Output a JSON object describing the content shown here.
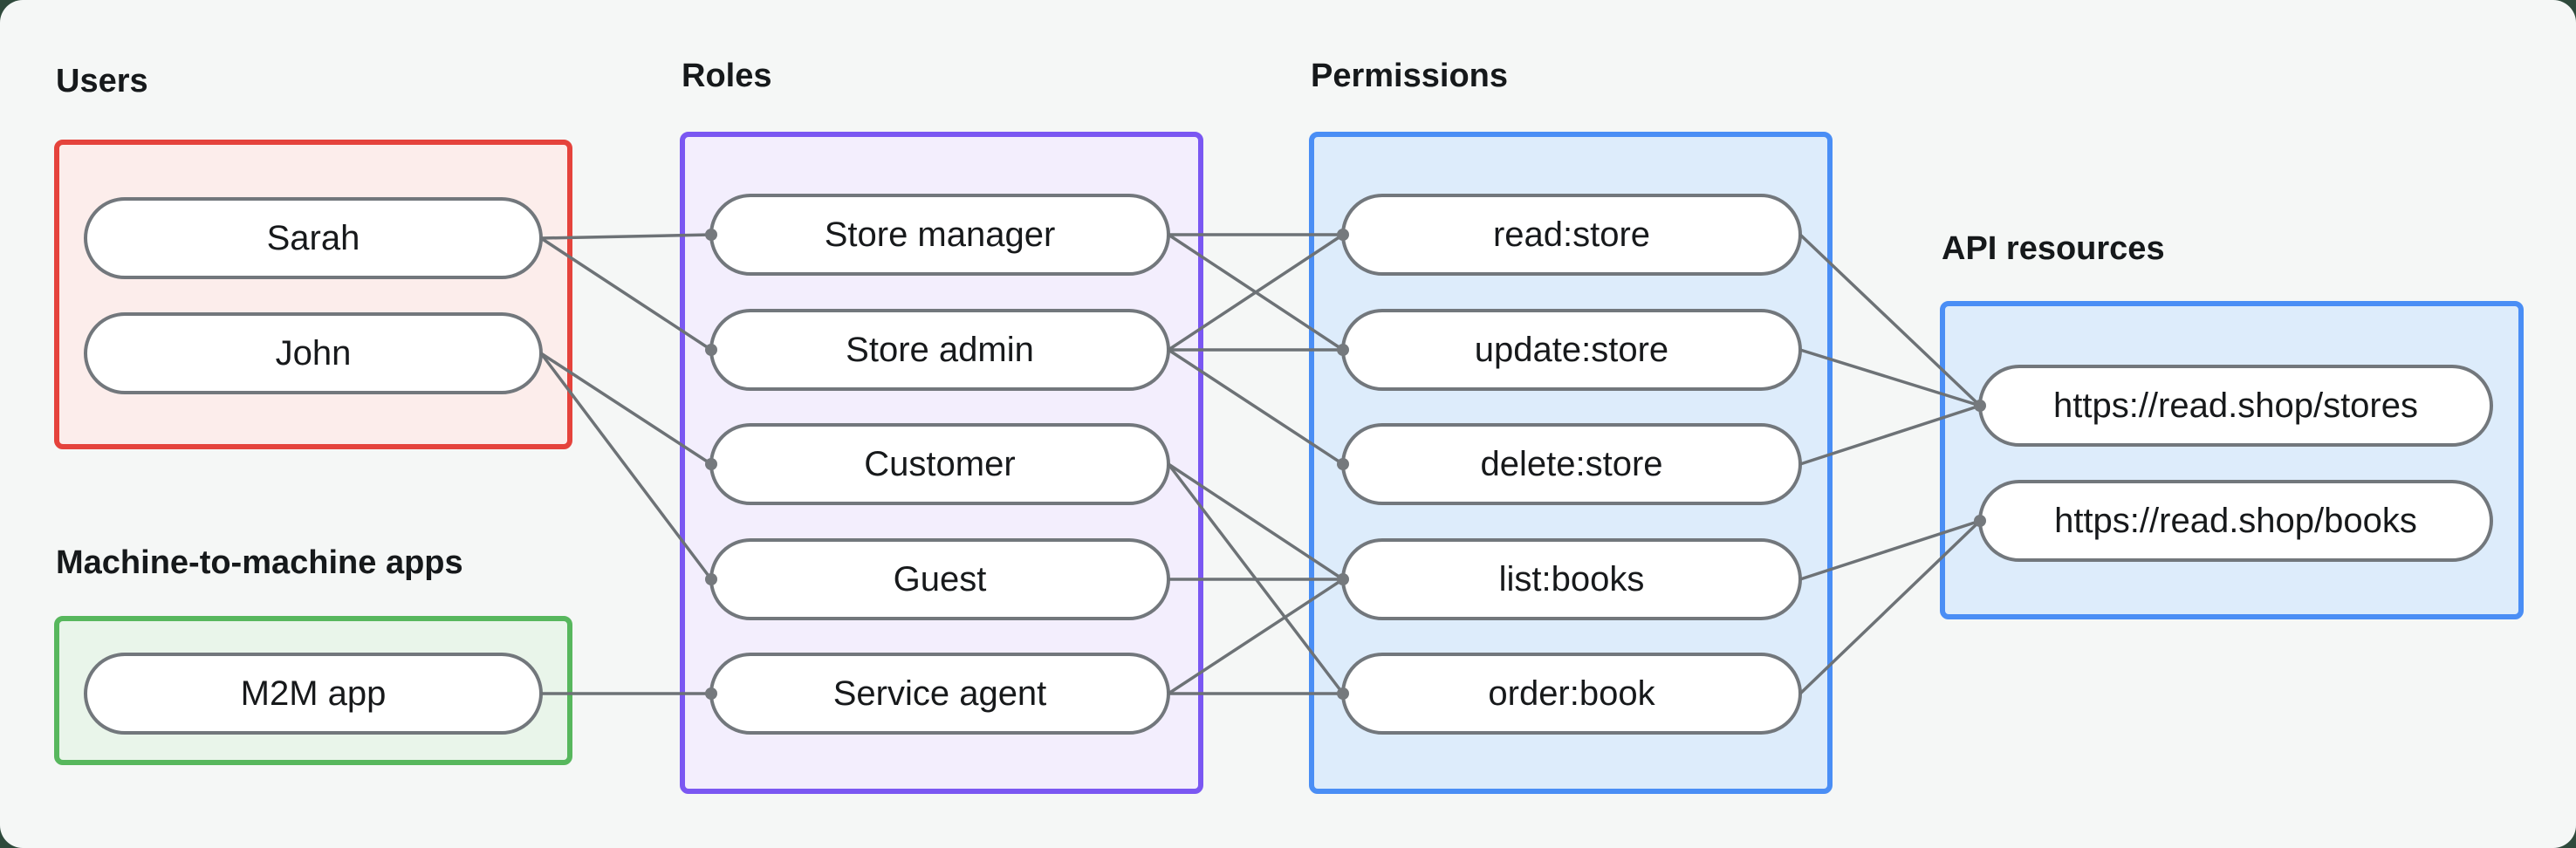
{
  "canvas": {
    "background": "#f5f7f6",
    "page_background": "#2f4a3c",
    "node_fill": "#ffffff",
    "node_border": "#72777c",
    "text_color": "#17191b"
  },
  "groups": [
    {
      "id": "users",
      "label": "Users",
      "border": "#e5433c",
      "fill": "#fcedeb"
    },
    {
      "id": "m2m",
      "label": "Machine-to-machine apps",
      "border": "#57b75d",
      "fill": "#e9f5ea"
    },
    {
      "id": "roles",
      "label": "Roles",
      "border": "#7a57f2",
      "fill": "#f3eefd"
    },
    {
      "id": "permissions",
      "label": "Permissions",
      "border": "#4a8ef5",
      "fill": "#ddecfb"
    },
    {
      "id": "api",
      "label": "API resources",
      "border": "#4a8ef5",
      "fill": "#ddecfb"
    }
  ],
  "nodes": [
    {
      "id": "sarah",
      "group": "users",
      "label": "Sarah"
    },
    {
      "id": "john",
      "group": "users",
      "label": "John"
    },
    {
      "id": "m2m-app",
      "group": "m2m",
      "label": "M2M app"
    },
    {
      "id": "store-manager",
      "group": "roles",
      "label": "Store manager"
    },
    {
      "id": "store-admin",
      "group": "roles",
      "label": "Store admin"
    },
    {
      "id": "customer",
      "group": "roles",
      "label": "Customer"
    },
    {
      "id": "guest",
      "group": "roles",
      "label": "Guest"
    },
    {
      "id": "service-agent",
      "group": "roles",
      "label": "Service agent"
    },
    {
      "id": "read-store",
      "group": "permissions",
      "label": "read:store"
    },
    {
      "id": "update-store",
      "group": "permissions",
      "label": "update:store"
    },
    {
      "id": "delete-store",
      "group": "permissions",
      "label": "delete:store"
    },
    {
      "id": "list-books",
      "group": "permissions",
      "label": "list:books"
    },
    {
      "id": "order-book",
      "group": "permissions",
      "label": "order:book"
    },
    {
      "id": "api-stores",
      "group": "api",
      "label": "https://read.shop/stores"
    },
    {
      "id": "api-books",
      "group": "api",
      "label": "https://read.shop/books"
    }
  ],
  "edges": [
    {
      "from": "sarah",
      "to": "store-manager"
    },
    {
      "from": "sarah",
      "to": "store-admin"
    },
    {
      "from": "john",
      "to": "customer"
    },
    {
      "from": "john",
      "to": "guest"
    },
    {
      "from": "m2m-app",
      "to": "service-agent"
    },
    {
      "from": "store-manager",
      "to": "read-store"
    },
    {
      "from": "store-manager",
      "to": "update-store"
    },
    {
      "from": "store-admin",
      "to": "read-store"
    },
    {
      "from": "store-admin",
      "to": "update-store"
    },
    {
      "from": "store-admin",
      "to": "delete-store"
    },
    {
      "from": "customer",
      "to": "list-books"
    },
    {
      "from": "customer",
      "to": "order-book"
    },
    {
      "from": "guest",
      "to": "list-books"
    },
    {
      "from": "service-agent",
      "to": "list-books"
    },
    {
      "from": "service-agent",
      "to": "order-book"
    },
    {
      "from": "read-store",
      "to": "api-stores"
    },
    {
      "from": "update-store",
      "to": "api-stores"
    },
    {
      "from": "delete-store",
      "to": "api-stores"
    },
    {
      "from": "list-books",
      "to": "api-books"
    },
    {
      "from": "order-book",
      "to": "api-books"
    }
  ],
  "edge_style": {
    "color": "#6d7276",
    "dot_color": "#75797d",
    "stroke_width": 3.5,
    "dot_radius": 7
  }
}
